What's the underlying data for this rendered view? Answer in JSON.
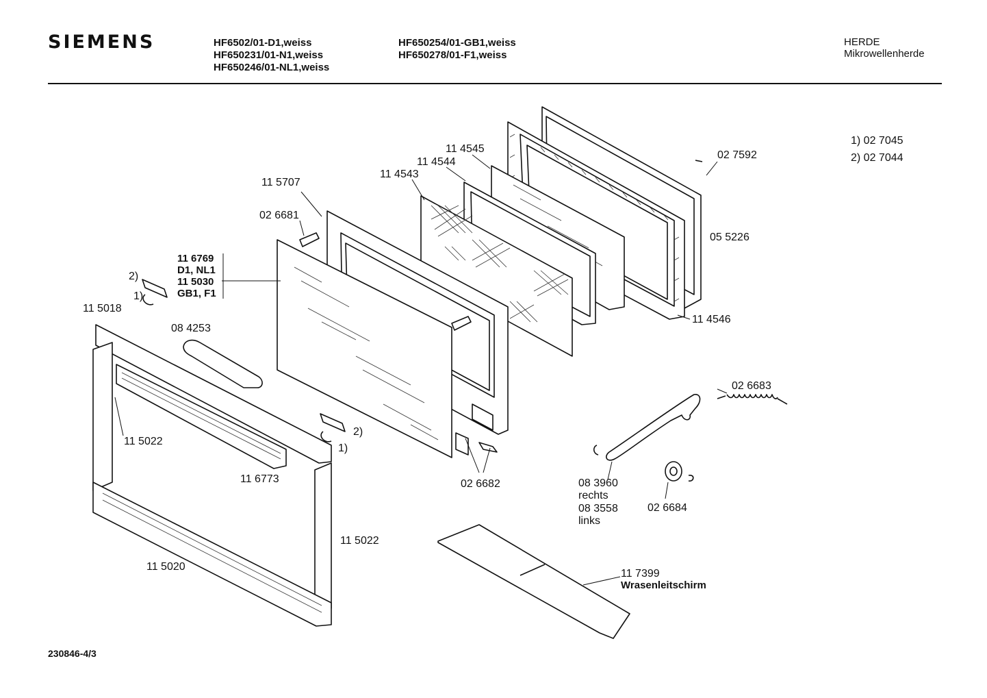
{
  "header": {
    "brand": "SIEMENS",
    "models_col1": [
      "HF6502/01-D1,weiss",
      "HF650231/01-N1,weiss",
      "HF650246/01-NL1,weiss"
    ],
    "models_col2": [
      "HF650254/01-GB1,weiss",
      "HF650278/01-F1,weiss"
    ],
    "category": "HERDE",
    "subcategory": "Mikrowellenherde"
  },
  "notes": [
    "1) 02 7045",
    "2) 02 7044"
  ],
  "parts": {
    "p115707": "11 5707",
    "p114545": "11 4545",
    "p114544": "11 4544",
    "p114543": "11 4543",
    "p027592": "02 7592",
    "p026681": "02 6681",
    "p055226": "05 5226",
    "p116769": "11 6769",
    "d1nl1": "D1, NL1",
    "p115030": "11 5030",
    "gb1f1": "GB1, F1",
    "mark2_top": "2)",
    "mark1_top": "1)",
    "p115018": "11 5018",
    "p084253": "08 4253",
    "p114546": "11 4546",
    "p026683": "02 6683",
    "p115022_left": "11 5022",
    "mark2_bottom": "2)",
    "mark1_bottom": "1)",
    "p116773": "11 6773",
    "p026682": "02 6682",
    "p083960": "08 3960",
    "rechts": "rechts",
    "p083558": "08 3558",
    "links": "links",
    "p026684": "02 6684",
    "p115022_right": "11 5022",
    "p115020": "11 5020",
    "p117399": "11 7399",
    "wrasen": "Wrasenleitschirm"
  },
  "footer": {
    "drawing_number": "230846-4/3"
  }
}
